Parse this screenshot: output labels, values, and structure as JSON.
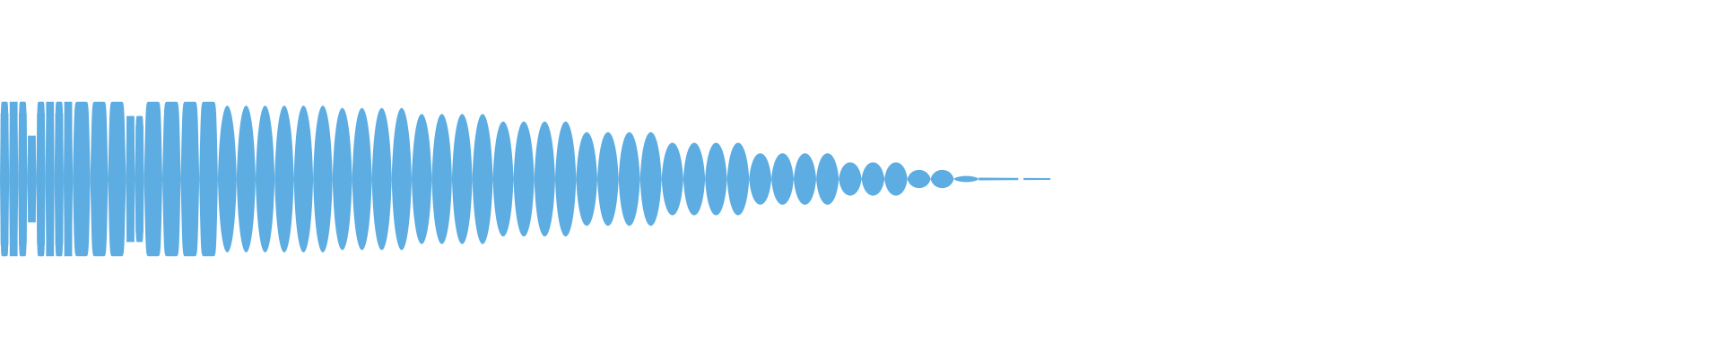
{
  "waveform": {
    "color": "#5dade2",
    "background": "#ffffff",
    "description_kind": "audio-waveform-envelope",
    "visible_fraction_of_width": 0.61,
    "segments": [
      {
        "count": 3,
        "peak": 0.98,
        "style": "dense"
      },
      {
        "count": 1,
        "peak": 0.55,
        "style": "dense"
      },
      {
        "count": 4,
        "peak": 0.98,
        "style": "dense"
      },
      {
        "count": 3,
        "peak": 0.98,
        "style": "flat-top"
      },
      {
        "count": 2,
        "peak": 0.8,
        "style": "dense"
      },
      {
        "count": 4,
        "peak": 0.98,
        "style": "flat-top"
      },
      {
        "count": 6,
        "peak": 0.97,
        "style": "rounded"
      },
      {
        "count": 4,
        "peak": 0.94,
        "style": "rounded"
      },
      {
        "count": 4,
        "peak": 0.86,
        "style": "rounded"
      },
      {
        "count": 4,
        "peak": 0.76,
        "style": "rounded"
      },
      {
        "count": 4,
        "peak": 0.62,
        "style": "rounded"
      },
      {
        "count": 4,
        "peak": 0.48,
        "style": "rounded"
      },
      {
        "count": 4,
        "peak": 0.34,
        "style": "rounded"
      },
      {
        "count": 3,
        "peak": 0.22,
        "style": "rounded"
      },
      {
        "count": 2,
        "peak": 0.12,
        "style": "rounded"
      },
      {
        "count": 1,
        "peak": 0.04,
        "style": "tail"
      }
    ],
    "tail_fraction_end": 0.61
  }
}
